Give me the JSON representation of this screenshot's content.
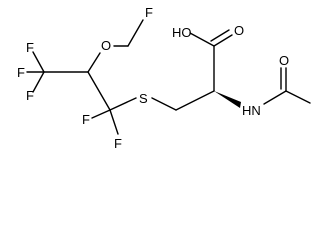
{
  "molecule": {
    "atoms": [
      {
        "key": "F1",
        "label": "F"
      },
      {
        "key": "F2",
        "label": "F"
      },
      {
        "key": "F3",
        "label": "F"
      },
      {
        "key": "F4",
        "label": "F"
      },
      {
        "key": "F5",
        "label": "F"
      },
      {
        "key": "F6",
        "label": "F"
      },
      {
        "key": "O_ether",
        "label": "O"
      },
      {
        "key": "S",
        "label": "S"
      },
      {
        "key": "HO",
        "label": "HO"
      },
      {
        "key": "O_acid",
        "label": "O"
      },
      {
        "key": "NH",
        "label": "HN"
      },
      {
        "key": "O_amide",
        "label": "O"
      }
    ],
    "colors": {
      "ink": "#000000",
      "background": "#ffffff"
    }
  }
}
